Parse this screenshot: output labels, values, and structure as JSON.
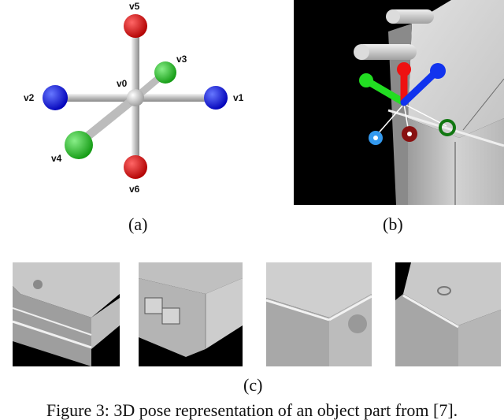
{
  "panel_a": {
    "nodes": [
      {
        "id": "v0",
        "label": "v0"
      },
      {
        "id": "v1",
        "label": "v1"
      },
      {
        "id": "v2",
        "label": "v2"
      },
      {
        "id": "v3",
        "label": "v3"
      },
      {
        "id": "v4",
        "label": "v4"
      },
      {
        "id": "v5",
        "label": "v5"
      },
      {
        "id": "v6",
        "label": "v6"
      }
    ],
    "colors": {
      "red": "#cc1111",
      "blue": "#1111dd",
      "green": "#22bb22",
      "center": "#d8d8d8"
    },
    "caption": "(a)"
  },
  "panel_b": {
    "caption": "(b)",
    "colors": {
      "background": "#000000",
      "axis_red": "#ee1111",
      "axis_green": "#22dd22",
      "axis_blue": "#1133ee",
      "marker_light_blue": "#3399ee",
      "marker_dark_red": "#881111",
      "marker_dark_green": "#117711"
    }
  },
  "panel_c": {
    "caption": "(c)",
    "thumbnail_count": 4
  },
  "figure_caption": "Figure 3: 3D pose representation of an object part from [7]."
}
